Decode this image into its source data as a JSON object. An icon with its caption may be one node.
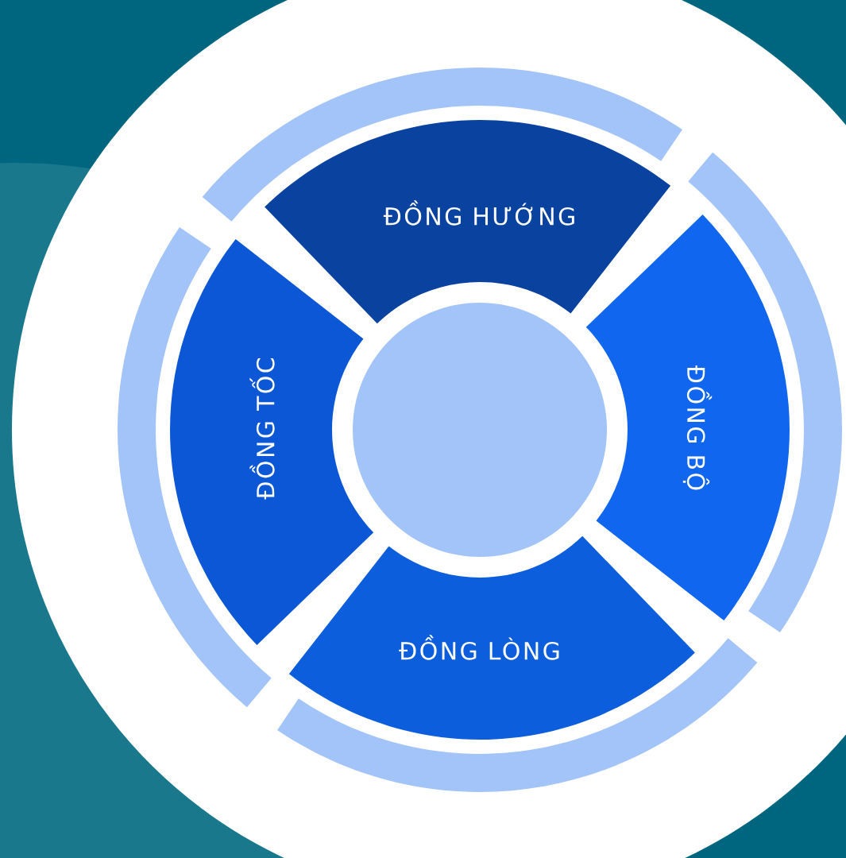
{
  "diagram": {
    "nodes": [
      {
        "text": [],
        "shape": "arc"
      },
      {
        "text": [],
        "shape": "arc"
      },
      {
        "text": [],
        "shape": "arc"
      },
      {
        "text": [],
        "shape": "arc"
      },
      {
        "text": [
          "ĐỒNG HƯỚNG"
        ]
      },
      {
        "text": [
          "ĐỒNG TỐC"
        ]
      },
      {
        "text": [
          "ĐỒNG BỘ"
        ]
      },
      {
        "text": [
          "ĐỒNG LÒNG"
        ]
      },
      {
        "text": [],
        "shape": "circle"
      }
    ]
  }
}
